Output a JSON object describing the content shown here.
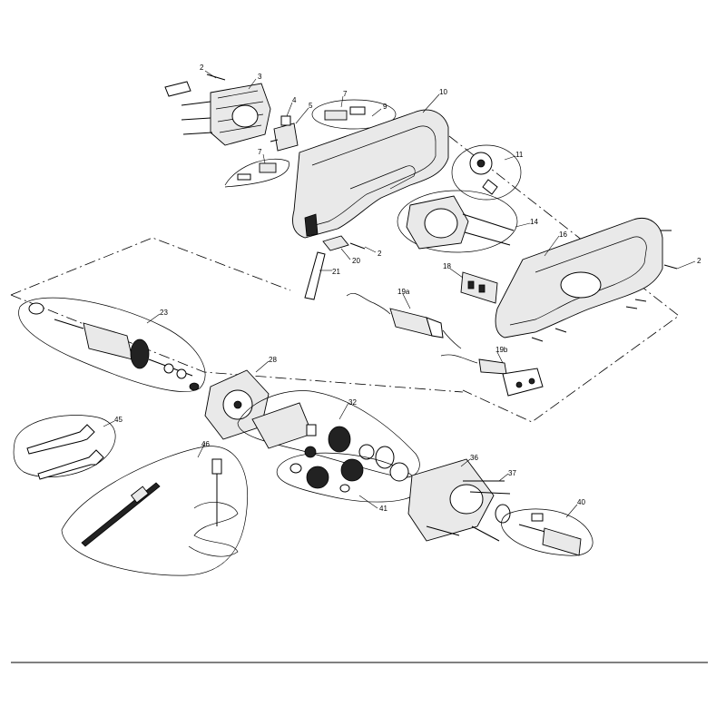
{
  "diagram": {
    "callouts": {
      "p2a": "2",
      "p2b": "2",
      "p2c": "2",
      "p3": "3",
      "p4": "4",
      "p5": "5",
      "p7a": "7",
      "p7b": "7",
      "p9": "9",
      "p10": "10",
      "p11": "11",
      "p14": "14",
      "p16": "16",
      "p18": "18",
      "p19a": "19a",
      "p19b": "19b",
      "p20": "20",
      "p21": "21",
      "p23": "23",
      "p28": "28",
      "p32": "32",
      "p36": "36",
      "p37": "37",
      "p40": "40",
      "p41": "41",
      "p45": "45",
      "p46": "46"
    }
  }
}
